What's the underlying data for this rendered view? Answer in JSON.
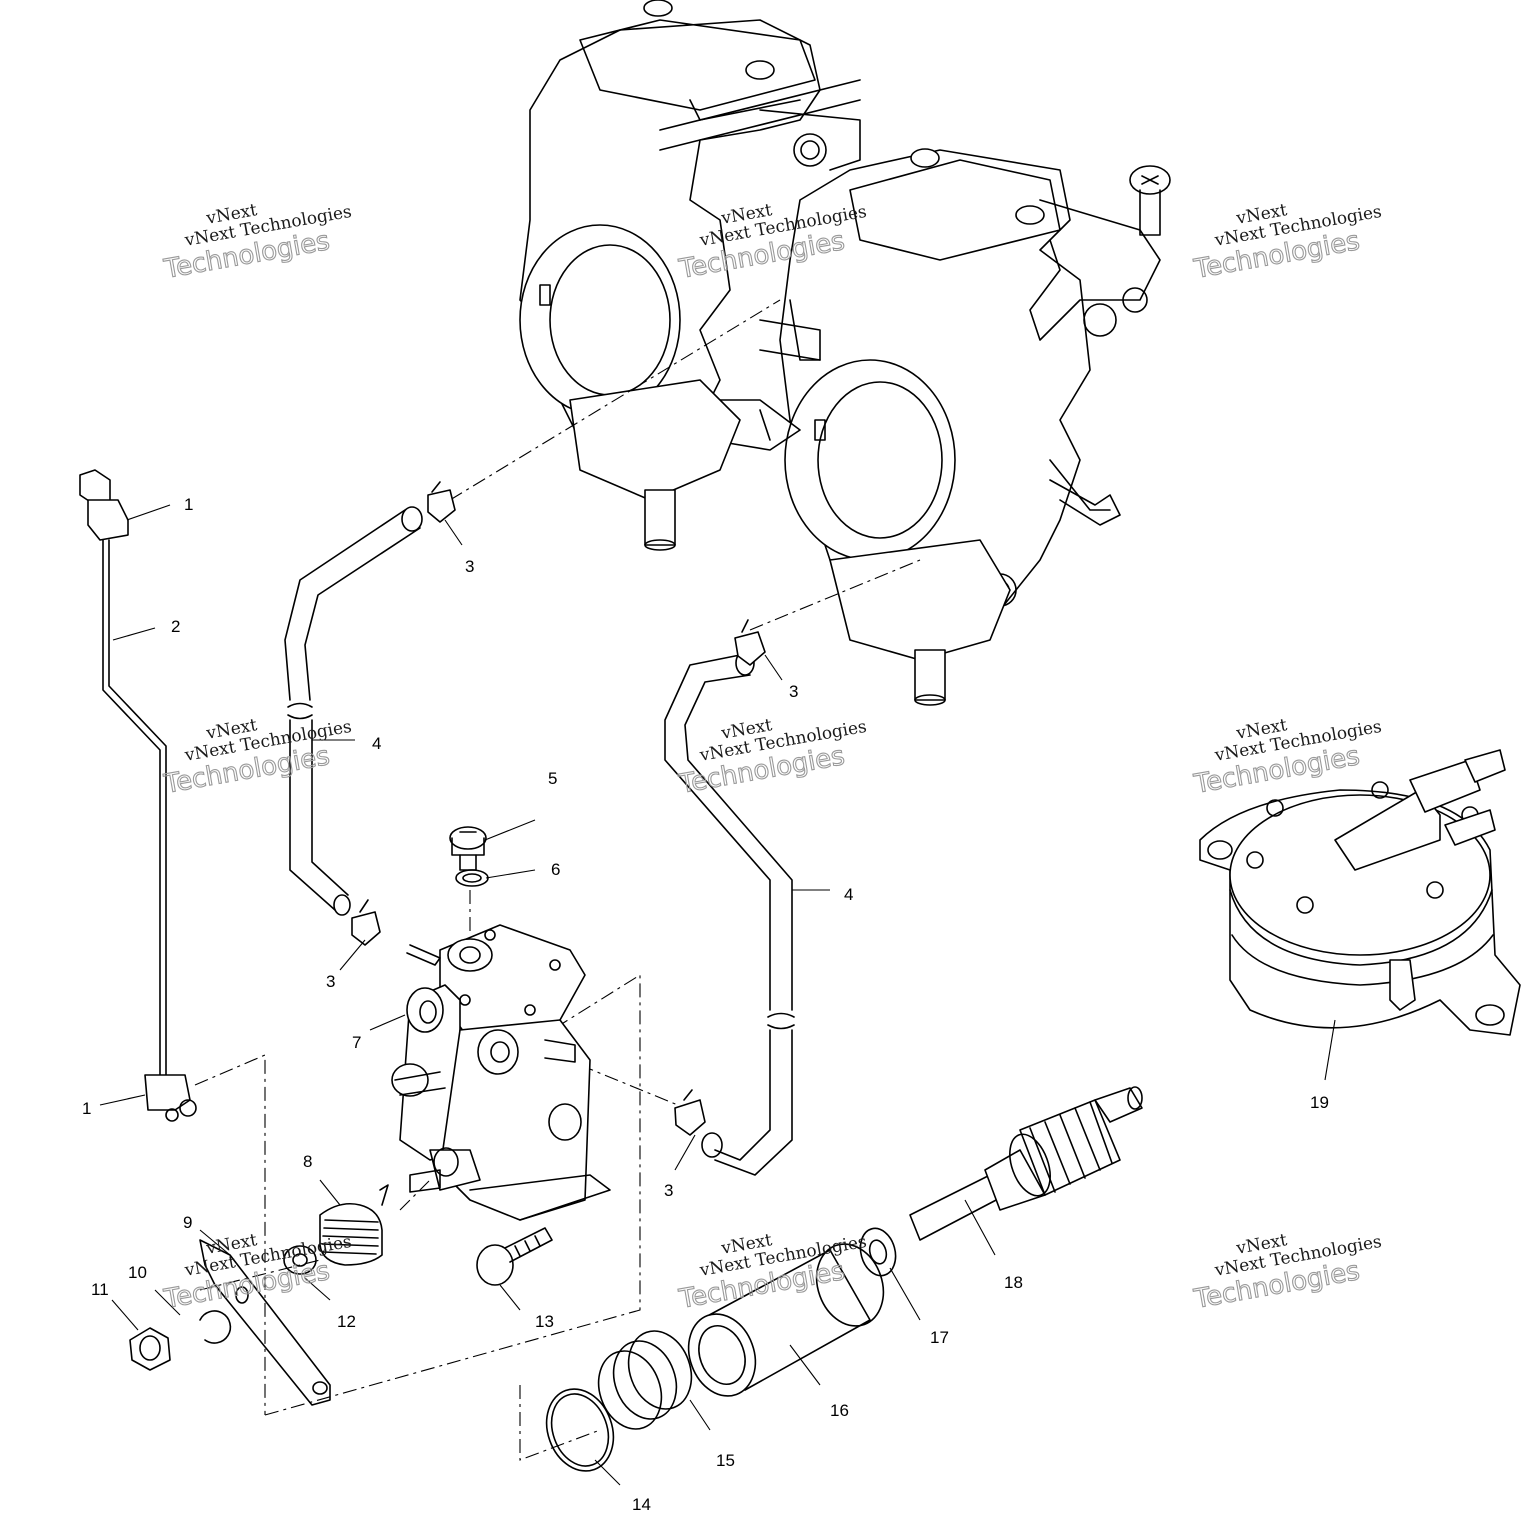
{
  "callouts": [
    "1",
    "2",
    "3",
    "4",
    "5",
    "6",
    "7",
    "8",
    "9",
    "10",
    "11",
    "12",
    "13",
    "14",
    "15",
    "16",
    "17",
    "18",
    "19"
  ],
  "watermark": {
    "line_top": "vNext",
    "line_mid": "vNext Technologies",
    "line_big": "Technologies"
  }
}
